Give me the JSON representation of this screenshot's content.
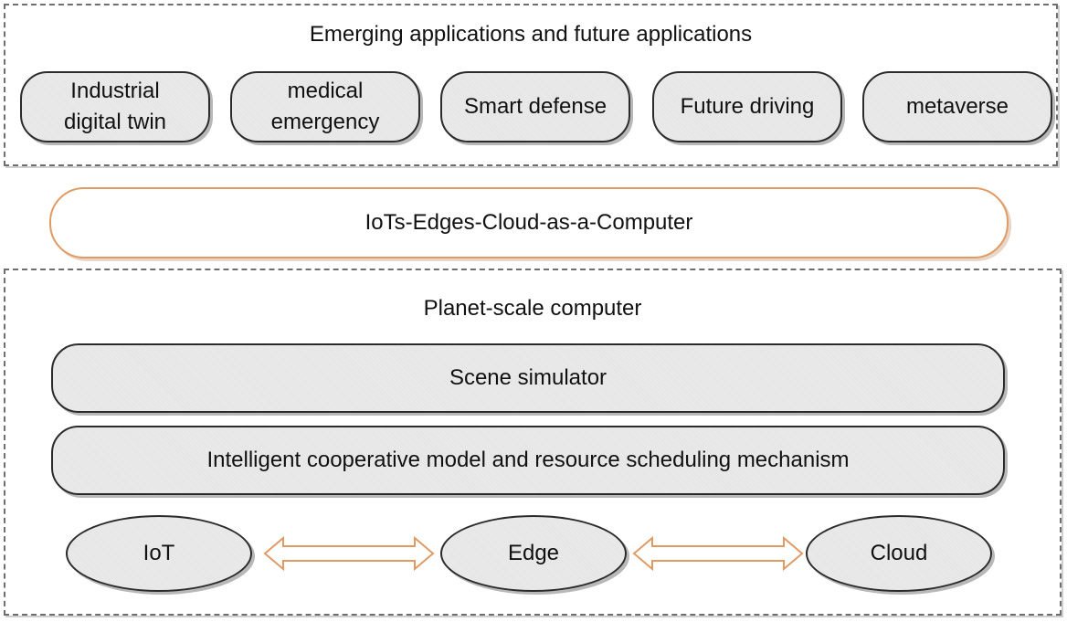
{
  "top_section": {
    "title": "Emerging applications and future applications",
    "apps": [
      {
        "label": "Industrial\ndigital twin"
      },
      {
        "label": "medical\nemergency"
      },
      {
        "label": "Smart defense"
      },
      {
        "label": "Future driving"
      },
      {
        "label": "metaverse"
      }
    ]
  },
  "middle": {
    "label": "IoTs-Edges-Cloud-as-a-Computer"
  },
  "bottom_section": {
    "title": "Planet-scale computer",
    "layers": [
      {
        "label": "Scene simulator"
      },
      {
        "label": "Intelligent cooperative model and resource scheduling mechanism"
      }
    ],
    "nodes": [
      {
        "label": "IoT"
      },
      {
        "label": "Edge"
      },
      {
        "label": "Cloud"
      }
    ],
    "arrow_color": "#e09a64"
  }
}
